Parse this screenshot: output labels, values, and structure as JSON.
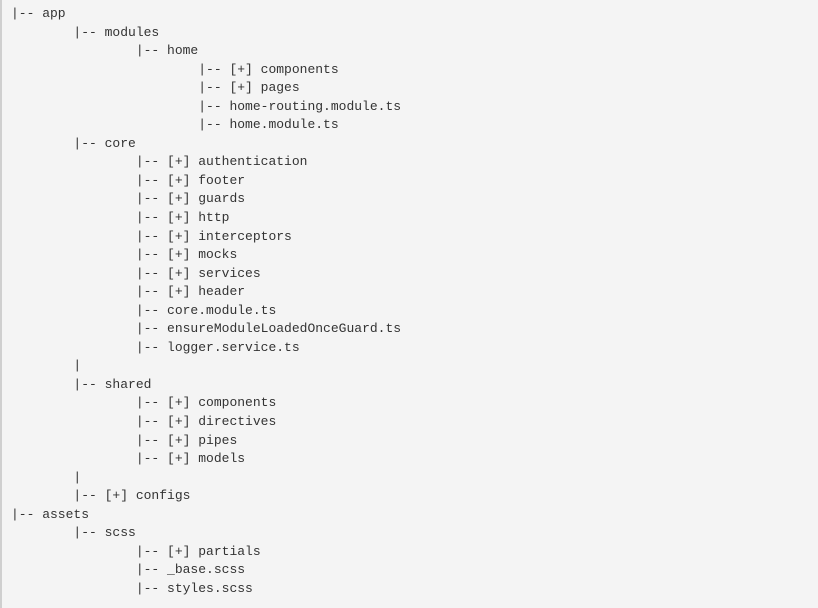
{
  "code_block": {
    "lines": [
      "|-- app",
      "\t|-- modules",
      "\t\t|-- home",
      "\t\t\t|-- [+] components",
      "\t\t\t|-- [+] pages",
      "\t\t\t|-- home-routing.module.ts",
      "\t\t\t|-- home.module.ts",
      "\t|-- core",
      "\t\t|-- [+] authentication",
      "\t\t|-- [+] footer",
      "\t\t|-- [+] guards",
      "\t\t|-- [+] http",
      "\t\t|-- [+] interceptors",
      "\t\t|-- [+] mocks",
      "\t\t|-- [+] services",
      "\t\t|-- [+] header",
      "\t\t|-- core.module.ts",
      "\t\t|-- ensureModuleLoadedOnceGuard.ts",
      "\t\t|-- logger.service.ts",
      "\t|",
      "\t|-- shared",
      "\t\t|-- [+] components",
      "\t\t|-- [+] directives",
      "\t\t|-- [+] pipes",
      "\t\t|-- [+] models",
      "\t|",
      "\t|-- [+] configs",
      "|-- assets",
      "\t|-- scss",
      "\t\t|-- [+] partials",
      "\t\t|-- _base.scss",
      "\t\t|-- styles.scss"
    ]
  }
}
